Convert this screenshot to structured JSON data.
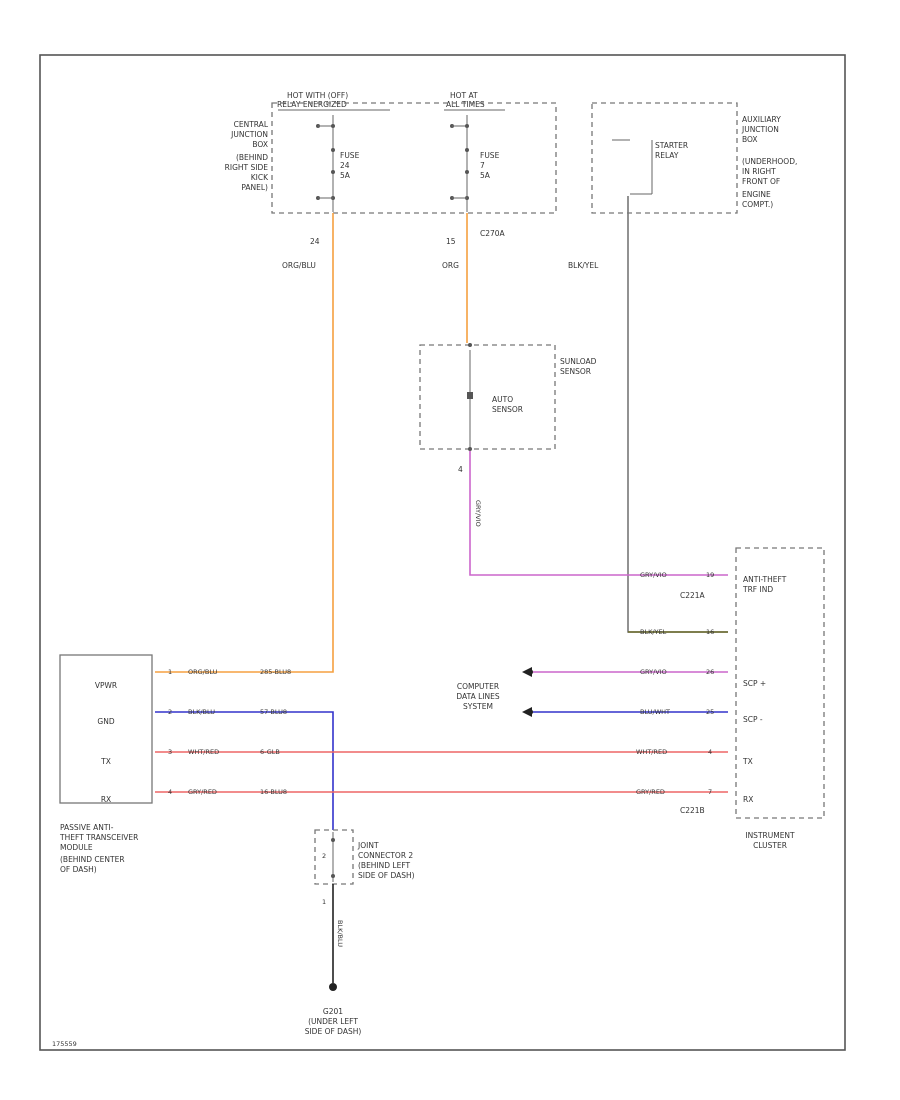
{
  "top": {
    "hot_left": [
      "HOT WITH (OFF)",
      "RELAY ENERGIZED"
    ],
    "hot_mid": [
      "HOT AT",
      "ALL TIMES"
    ],
    "cjb_label": [
      "CENTRAL",
      "JUNCTION",
      "BOX",
      "(BEHIND",
      "RIGHT SIDE",
      "KICK",
      "PANEL)"
    ],
    "fuse_left": [
      "FUSE",
      "24",
      "5A"
    ],
    "fuse_mid": [
      "FUSE",
      "7",
      "5A"
    ],
    "starter_relay": [
      "STARTER",
      "RELAY"
    ],
    "ajb_label": [
      "AUXILIARY",
      "JUNCTION",
      "BOX",
      "(UNDERHOOD,",
      "IN RIGHT",
      "FRONT OF",
      "ENGINE",
      "COMPT.)"
    ],
    "pin_24": "24",
    "pin_15": "15",
    "conn_c270a": "C270A",
    "wire_org_blu": "ORG/BLU",
    "wire_org": "ORG",
    "wire_blk_yel": "BLK/YEL"
  },
  "sensor": {
    "label": [
      "SUNLOAD",
      "SENSOR"
    ],
    "inner": [
      "AUTO",
      "SENSOR"
    ],
    "pin": "4",
    "wire": "GRY/VIO"
  },
  "cluster": {
    "label": [
      "INSTRUMENT",
      "CLUSTER"
    ],
    "conn_c221a": "C221A",
    "conn_c221b": "C221B",
    "pins": [
      {
        "name": [
          "ANTI-THEFT",
          "TRF IND"
        ],
        "wire": "GRY/VIO",
        "num": "19"
      },
      {
        "name": [],
        "wire": "BLK/YEL",
        "num": "16"
      },
      {
        "name": [
          "SCP +"
        ],
        "wire": "GRY/VIO",
        "num": "26"
      },
      {
        "name": [
          "SCP -"
        ],
        "wire": "BLU/WHT",
        "num": "25"
      },
      {
        "name": [
          "TX"
        ],
        "wire": "WHT/RED",
        "num": "4"
      },
      {
        "name": [
          "RX"
        ],
        "wire": "GRY/RED",
        "num": "7"
      }
    ]
  },
  "pats": {
    "pins": [
      {
        "name": "VPWR",
        "num": "1",
        "wire": "ORG/BLU",
        "circuit": "285-BLU8"
      },
      {
        "name": "GND",
        "num": "2",
        "wire": "BLK/BLU",
        "circuit": "57-BLU8"
      },
      {
        "name": "TX",
        "num": "3",
        "wire": "WHT/RED",
        "circuit": "6-GLB"
      },
      {
        "name": "RX",
        "num": "4",
        "wire": "GRY/RED",
        "circuit": "16-BLU8"
      }
    ],
    "label": [
      "PASSIVE ANTI-",
      "THEFT TRANSCEIVER",
      "MODULE",
      "(BEHIND CENTER",
      "OF DASH)"
    ]
  },
  "computer_data": [
    "COMPUTER",
    "DATA LINES",
    "SYSTEM"
  ],
  "joint": {
    "label": [
      "JOINT",
      "CONNECTOR 2",
      "(BEHIND LEFT",
      "SIDE OF DASH)"
    ],
    "pin_a": "2",
    "pin_b": "1",
    "wire": "BLK/BLU"
  },
  "ground": {
    "label": [
      "G201",
      "(UNDER LEFT",
      "SIDE OF DASH)"
    ]
  },
  "footer": "175559",
  "colors": {
    "orange": "#f5a040",
    "violet": "#cc66cc",
    "blue": "#3333cc",
    "red": "#ee6666",
    "olive": "#6b6b2a",
    "gray": "#777777"
  }
}
